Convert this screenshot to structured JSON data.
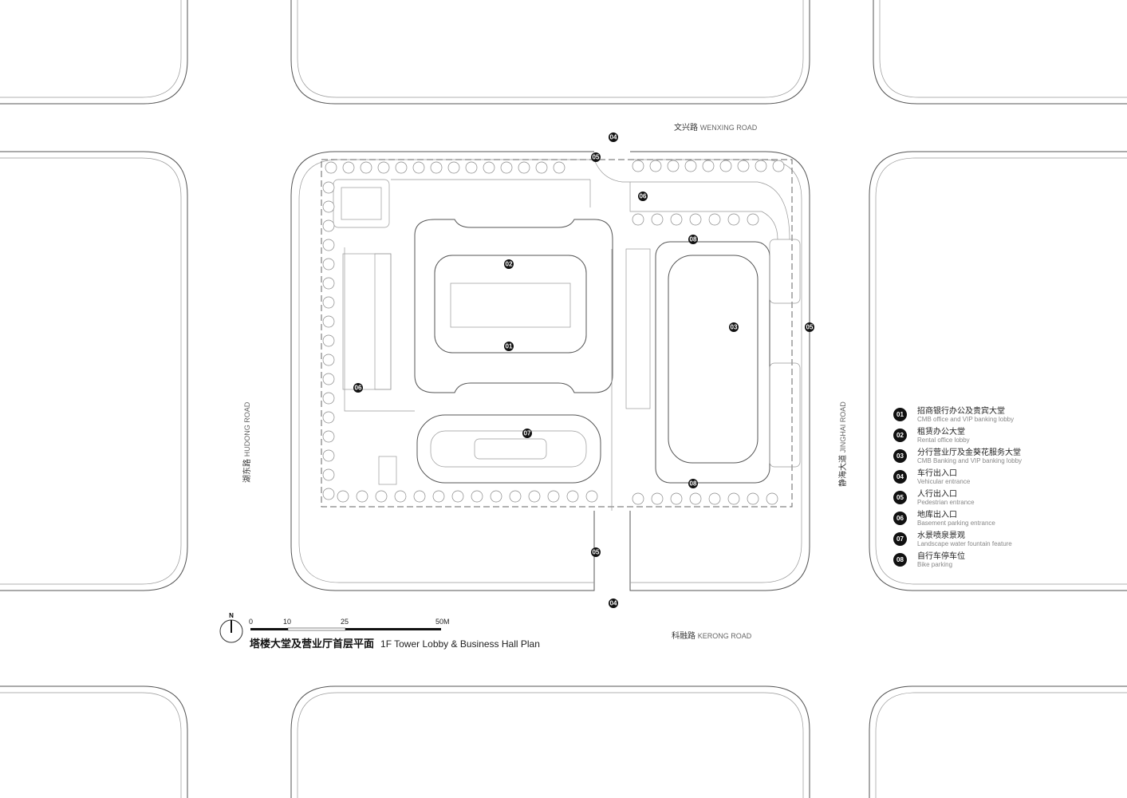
{
  "roads": {
    "north": {
      "cn": "文兴路",
      "en": "WENXING ROAD"
    },
    "south": {
      "cn": "科融路",
      "en": "KERONG ROAD"
    },
    "west": {
      "cn": "湖东路",
      "en": "HUDONG ROAD"
    },
    "east": {
      "cn": "静海大道",
      "en": "JINGHAI ROAD"
    }
  },
  "legend": [
    {
      "code": "01",
      "cn": "招商银行办公及贵宾大堂",
      "en": "CMB office and VIP banking lobby"
    },
    {
      "code": "02",
      "cn": "租赁办公大堂",
      "en": "Rental office lobby"
    },
    {
      "code": "03",
      "cn": "分行营业厅及金葵花服务大堂",
      "en": "CMB Banking and VIP banking lobby"
    },
    {
      "code": "04",
      "cn": "车行出入口",
      "en": "Vehicular entrance"
    },
    {
      "code": "05",
      "cn": "人行出入口",
      "en": "Pedestrian entrance"
    },
    {
      "code": "06",
      "cn": "地库出入口",
      "en": "Basement parking entrance"
    },
    {
      "code": "07",
      "cn": "水景喷泉景观",
      "en": "Landscape water fountain feature"
    },
    {
      "code": "08",
      "cn": "自行车停车位",
      "en": "Bike parking"
    }
  ],
  "north_arrow": "N",
  "scale": {
    "ticks": [
      "0",
      "10",
      "25",
      "50M"
    ]
  },
  "title": {
    "cn": "塔楼大堂及营业厅首层平面",
    "en": "1F Tower Lobby & Business Hall Plan"
  }
}
